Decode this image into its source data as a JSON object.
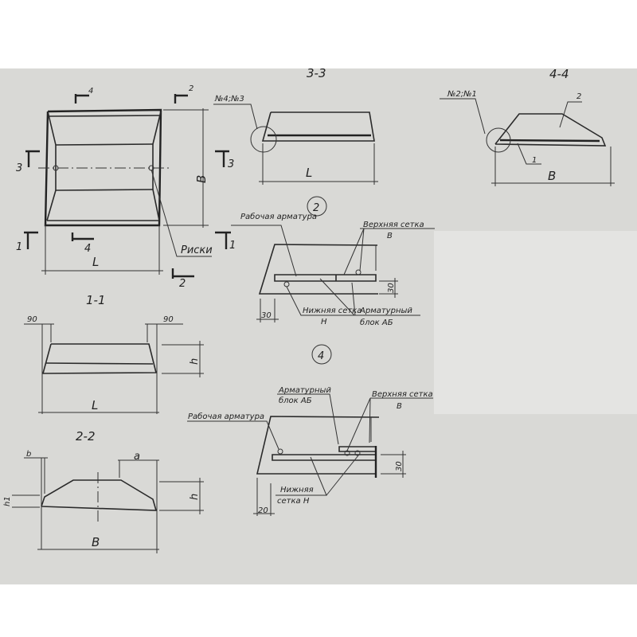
{
  "colors": {
    "paper": "#d9d9d6",
    "ink": "#222222",
    "outer": "#ffffff"
  },
  "plan": {
    "cut_4_top": "4",
    "cut_2_top": "2",
    "cut_3_left": "3",
    "cut_3_right": "3",
    "cut_1_left": "1",
    "cut_1_right": "1",
    "cut_4_bottom": "4",
    "cut_2_bottom": "2",
    "dim_L": "L",
    "dim_B": "B",
    "marks_label": "Риски"
  },
  "section_3_3": {
    "title": "3-3",
    "callout": "№4;№3",
    "dim_L": "L"
  },
  "section_4_4": {
    "title": "4-4",
    "callout": "№2;№1",
    "leader_2": "2",
    "leader_1": "1",
    "dim_B": "B"
  },
  "section_1_1": {
    "title": "1-1",
    "dim_left": "90",
    "dim_right": "90",
    "dim_h": "h",
    "dim_L": "L"
  },
  "section_2_2": {
    "title": "2-2",
    "dim_b": "b",
    "dim_a": "a",
    "dim_h1": "h1",
    "dim_h": "h",
    "dim_B": "B"
  },
  "detail_2": {
    "number": "2",
    "working_rebar": "Рабочая арматура",
    "upper_mesh": "Верхняя сетка",
    "upper_mesh_code": "В",
    "lower_mesh": "Нижняя сетка",
    "lower_mesh_code": "Н",
    "rebar_block": "Арматурный",
    "rebar_block_code": "блок АБ",
    "dim_30_horizontal": "30",
    "dim_30_vertical": "30"
  },
  "detail_4": {
    "number": "4",
    "rebar_block": "Арматурный",
    "rebar_block_code": "блок АБ",
    "upper_mesh": "Верхняя сетка",
    "upper_mesh_code": "В",
    "working_rebar": "Рабочая арматура",
    "lower_mesh": "Нижняя",
    "lower_mesh_code": "сетка Н",
    "dim_30": "30",
    "dim_20": "20"
  }
}
